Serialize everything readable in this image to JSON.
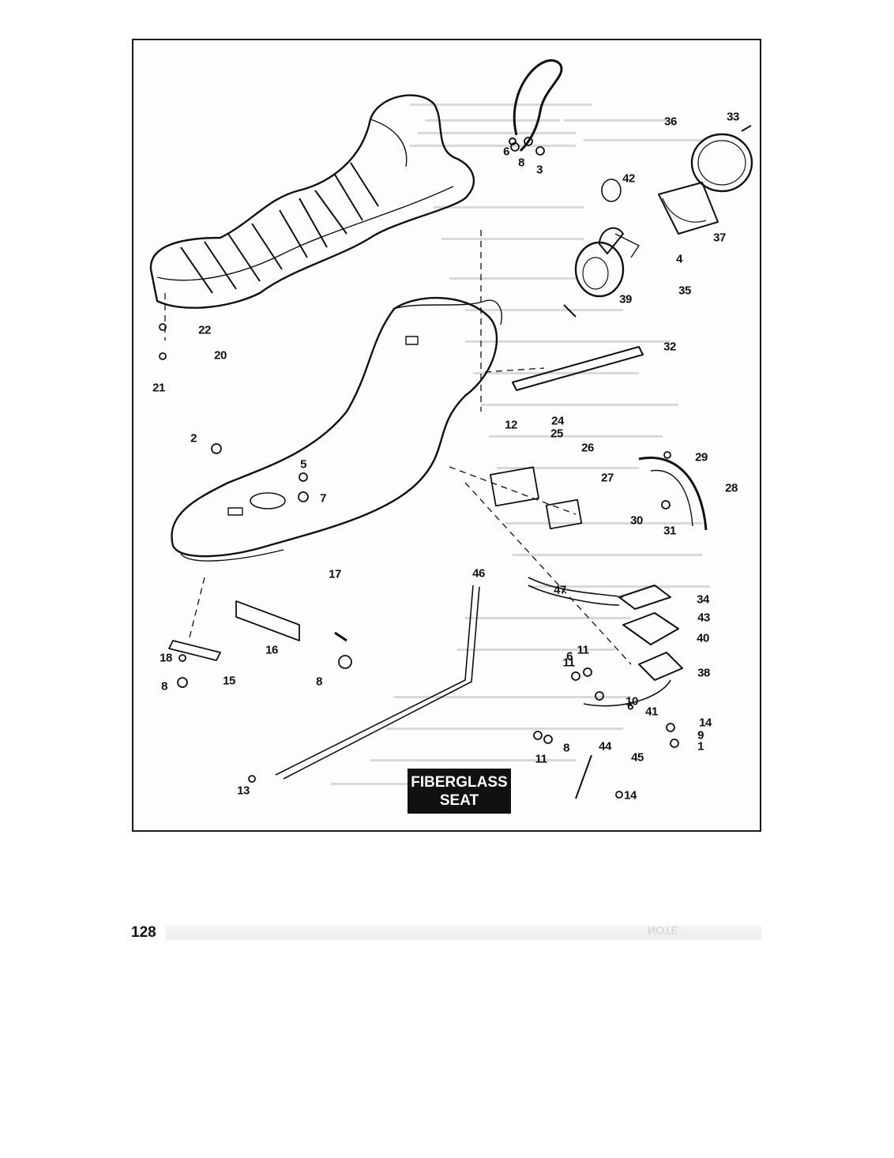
{
  "title_lines": [
    "FIBERGLASS",
    "SEAT"
  ],
  "page_number": "128",
  "footer_ghost_text": "NOTE",
  "colors": {
    "ink": "#111111",
    "paper": "#fdfdfd",
    "ghost": "#d9d9d9"
  },
  "callouts": [
    "33",
    "36",
    "6",
    "8",
    "3",
    "42",
    "37",
    "4",
    "39",
    "35",
    "22",
    "20",
    "21",
    "32",
    "12",
    "24",
    "25",
    "26",
    "27",
    "29",
    "2",
    "5",
    "7",
    "28",
    "30",
    "31",
    "17",
    "46",
    "47",
    "34",
    "43",
    "40",
    "16",
    "15",
    "18",
    "8",
    "11",
    "6",
    "8",
    "11",
    "10",
    "6",
    "41",
    "38",
    "14",
    "9",
    "1",
    "44",
    "8",
    "11",
    "45",
    "14",
    "13"
  ]
}
